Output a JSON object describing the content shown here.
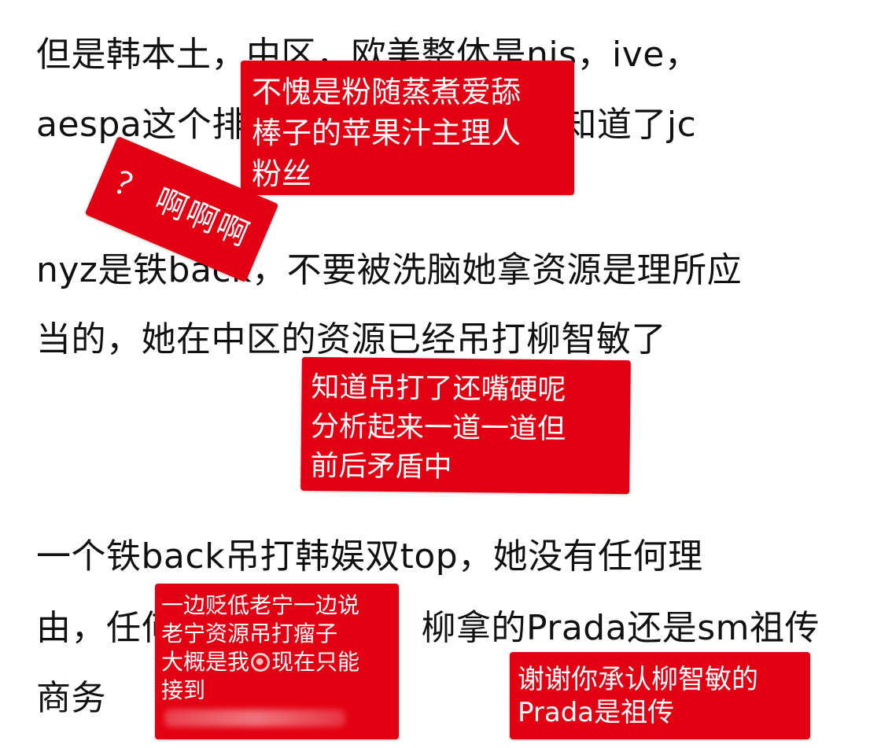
{
  "post": {
    "lines": [
      "但是韩本土，中区，欧美整体是njs，ive，",
      "aespa这个排名，自己去查数据就知道了jc",
      "nyz是铁back，不要被洗脑她拿资源是理所应",
      "当的，她在中区的资源已经吊打柳智敏了",
      "一个铁back吊打韩娱双top，她没有任何理",
      "由，任何资源都是人脉，柳拿的Prada还是sm祖传",
      "商务"
    ]
  },
  "annotations": [
    {
      "lines": [
        "不愧是粉随蒸煮爱舔",
        "棒子的苹果汁主理人",
        "粉丝"
      ]
    },
    {
      "text": "？ 啊啊啊"
    },
    {
      "lines": [
        "知道吊打了还嘴硬呢",
        "分析起来一道一道但",
        "前后矛盾中"
      ]
    },
    {
      "lines": [
        "一边贬低老宁一边说",
        "老宁资源吊打瘤子",
        "大概是我",
        "现在只能",
        "接到"
      ]
    },
    {
      "lines": [
        "谢谢你承认柳智敏的",
        "Prada是祖传"
      ]
    }
  ],
  "colors": {
    "sticker_red": "#e30012",
    "text": "#111111",
    "background": "#ffffff"
  },
  "icons": [
    "flower-emoji-icon"
  ]
}
